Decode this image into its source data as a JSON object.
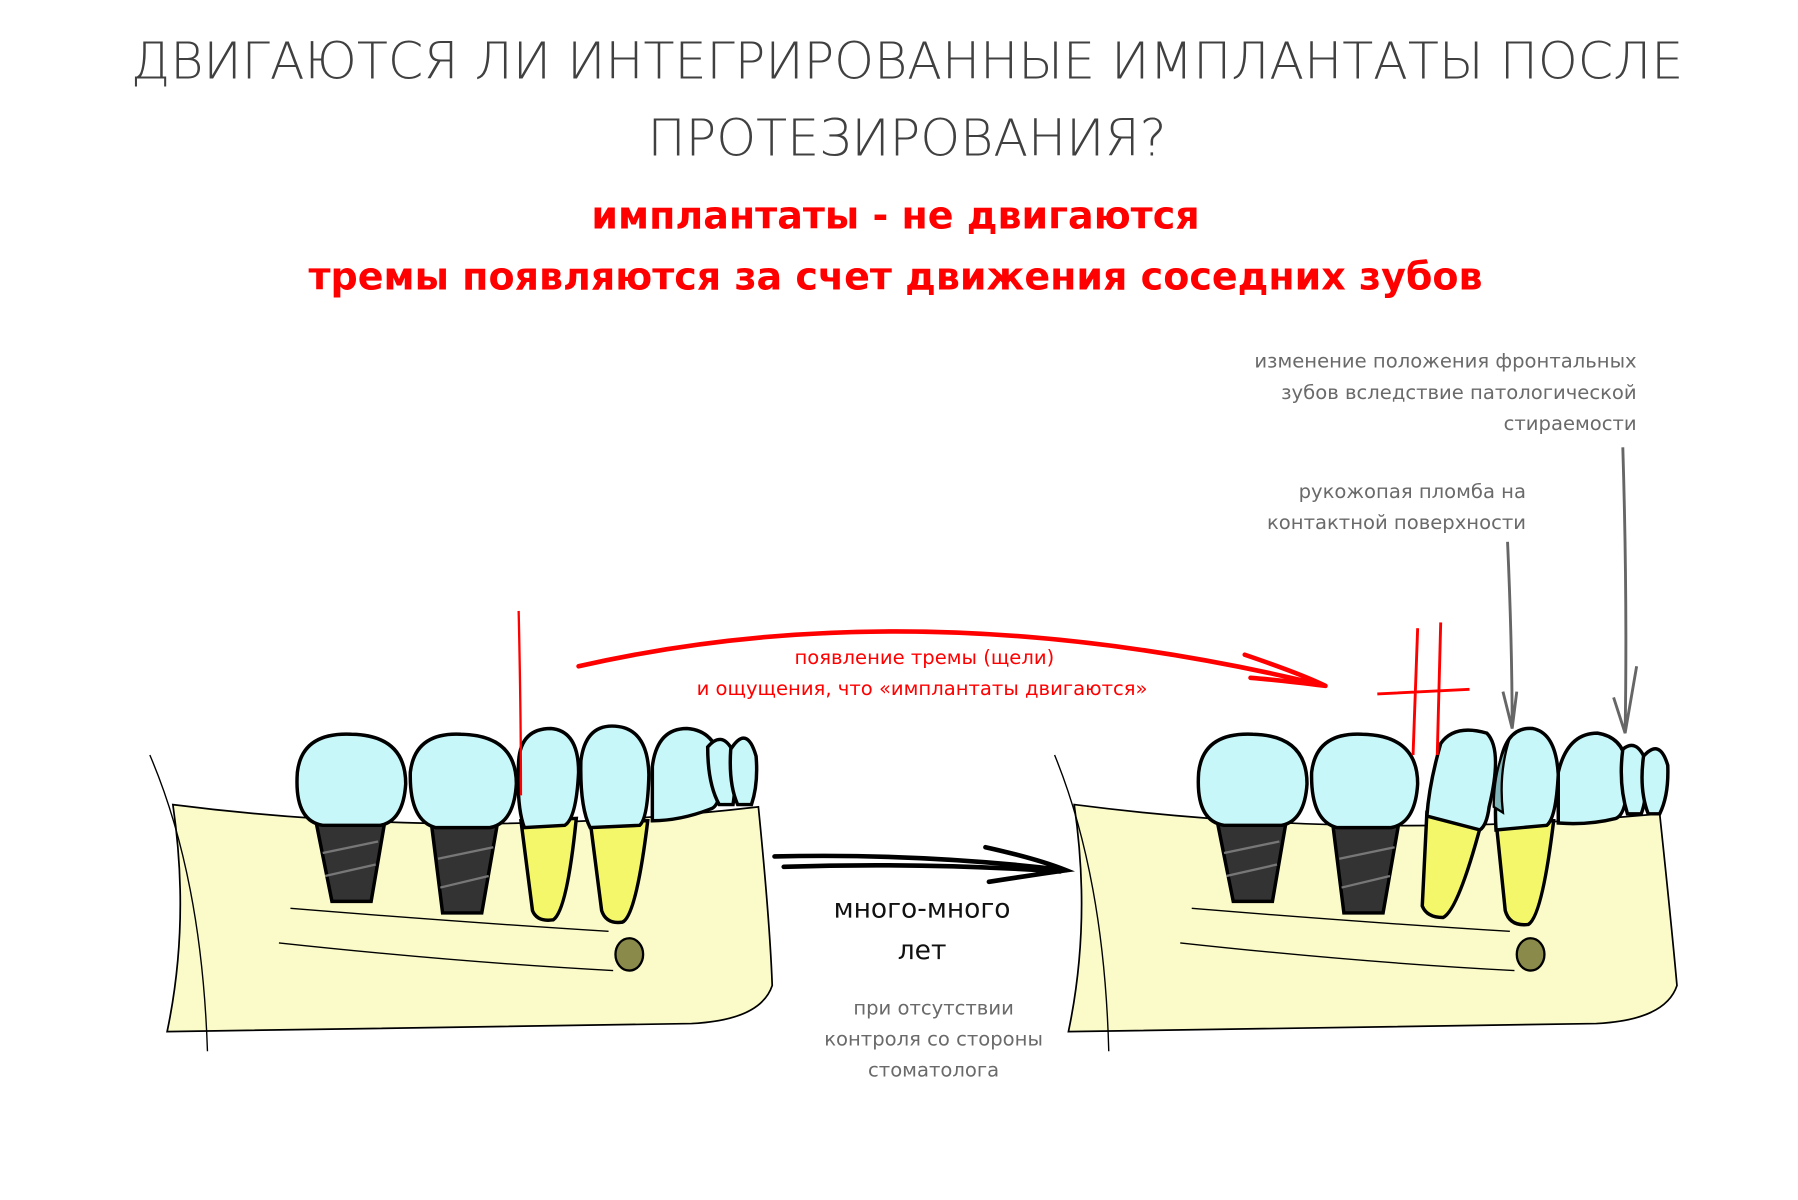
{
  "title": {
    "line1": "ДВИГАЮТСЯ ЛИ ИНТЕГРИРОВАННЫЕ ИМПЛАНТАТЫ ПОСЛЕ",
    "line2": "ПРОТЕЗИРОВАНИЯ?"
  },
  "subtitle": {
    "line1": "имплантаты - не двигаются",
    "line2": "тремы появляются за счет движения соседних зубов"
  },
  "annotations": {
    "gap": [
      "появление тремы (щели)",
      "и ощущения, что «имплантаты двигаются»"
    ],
    "years": [
      "много-много",
      "лет"
    ],
    "control": [
      "при отсутствии",
      "контроля со стороны",
      "стоматолога"
    ],
    "frontal": [
      "изменение положения фронтальных",
      "зубов вследствие патологической",
      "стираемости"
    ],
    "filling": [
      "рукожопая пломба на",
      "контактной поверхности"
    ]
  },
  "colors": {
    "accent": "#ff0000",
    "crown": "#c8f7fa",
    "root": "#f5f76a",
    "bone": "#fbfbca"
  }
}
